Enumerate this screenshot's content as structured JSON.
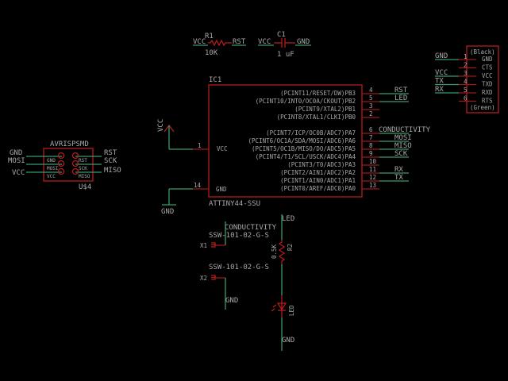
{
  "r1": {
    "name": "R1",
    "value": "10K",
    "left_net": "VCC",
    "right_net": "RST"
  },
  "c1": {
    "name": "C1",
    "value": "1 uF",
    "left_net": "VCC",
    "right_net": "GND"
  },
  "ic1": {
    "name": "IC1",
    "value": "ATTINY44-SSU",
    "vcc_pin": {
      "label": "VCC",
      "num": "1"
    },
    "gnd_pin": {
      "label": "GND",
      "num": "14"
    },
    "pins": [
      {
        "label": "(PCINT11/RESET/DW)PB3",
        "num": "4",
        "net": "RST"
      },
      {
        "label": "(PCINT10/INT0/OC0A/CKOUT)PB2",
        "num": "5",
        "net": "LED"
      },
      {
        "label": "(PCINT9/XTAL2)PB1",
        "num": "3",
        "net": ""
      },
      {
        "label": "(PCINT8/XTAL1/CLKI)PB0",
        "num": "2",
        "net": ""
      },
      {
        "label": "(PCINT7/ICP/OC0B/ADC7)PA7",
        "num": "6",
        "net": "CONDUCTIVITY"
      },
      {
        "label": "(PCINT6/OC1A/SDA/MOSI/ADC6)PA6",
        "num": "7",
        "net": "MOSI"
      },
      {
        "label": "(PCINT5/OC1B/MISO/DO/ADC5)PA5",
        "num": "8",
        "net": "MISO"
      },
      {
        "label": "(PCINT4/T1/SCL/USCK/ADC4)PA4",
        "num": "9",
        "net": "SCK"
      },
      {
        "label": "(PCINT3/T0/ADC3)PA3",
        "num": "10",
        "net": ""
      },
      {
        "label": "(PCINT2/AIN1/ADC2)PA2",
        "num": "11",
        "net": "RX"
      },
      {
        "label": "(PCINT1/AIN0/ADC1)PA1",
        "num": "12",
        "net": "TX"
      },
      {
        "label": "(PCINT0/AREF/ADC0)PA0",
        "num": "13",
        "net": ""
      }
    ]
  },
  "supply": {
    "vcc": "VCC",
    "gnd": "GND"
  },
  "ftdi": {
    "top": "(Black)",
    "bottom": "(Green)",
    "pins": [
      {
        "num": "1",
        "label": "GND",
        "net": "GND"
      },
      {
        "num": "2",
        "label": "CTS",
        "net": ""
      },
      {
        "num": "3",
        "label": "VCC",
        "net": "VCC"
      },
      {
        "num": "4",
        "label": "TXD",
        "net": "TX"
      },
      {
        "num": "5",
        "label": "RXD",
        "net": "RX"
      },
      {
        "num": "6",
        "label": "RTS",
        "net": ""
      }
    ]
  },
  "avrisp": {
    "name": "AVRISPSMD",
    "ref": "U$4",
    "left_pins": [
      "GND",
      "MOSI",
      "VCC"
    ],
    "right_pins": [
      "RST",
      "SCK",
      "MISO"
    ],
    "left_nets": [
      "GND",
      "MOSI",
      "VCC"
    ],
    "right_nets": [
      "RST",
      "SCK",
      "MISO"
    ]
  },
  "sensor": {
    "net_top": "CONDUCTIVITY",
    "x1": {
      "name": "X1",
      "value": "SSW-101-02-G-S"
    },
    "x2": {
      "name": "X2",
      "value": "SSW-101-02-G-S"
    },
    "net_bottom": "GND"
  },
  "led_branch": {
    "net_top": "LED",
    "r2": {
      "name": "R2",
      "value": "0.5K"
    },
    "led": {
      "name": "LED"
    },
    "net_bottom": "GND"
  }
}
